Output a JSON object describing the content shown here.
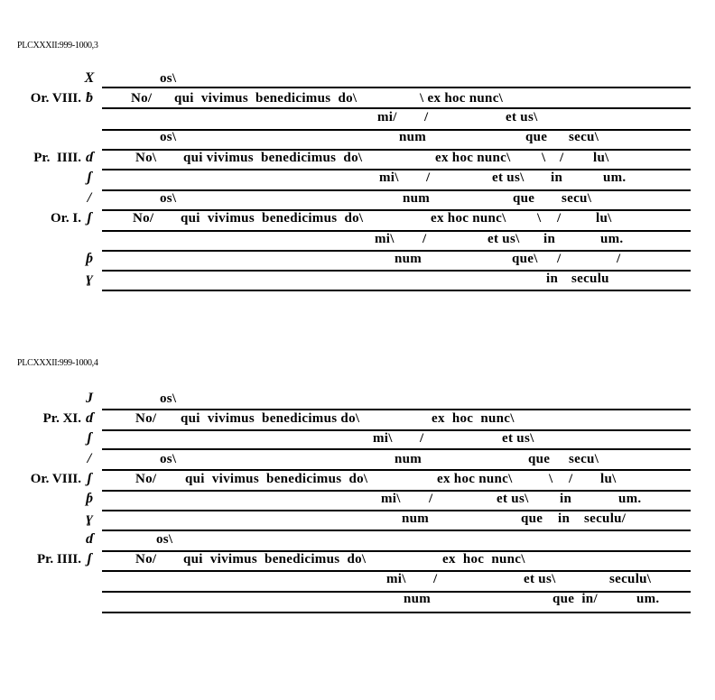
{
  "blocks": [
    {
      "caption": "PLCXXXII:999-1000,3",
      "rows": [
        {
          "sign": "X",
          "label": "",
          "frags": [
            "os\\"
          ]
        },
        {
          "sign": "ƀ",
          "label": "Or. VIII.",
          "frags": [
            "No/",
            "qui  vivimus  benedicimus  do\\",
            "\\ ex hoc nunc\\"
          ]
        },
        {
          "sign": "",
          "label": "",
          "frags": [
            "mi/",
            "/",
            "et us\\"
          ]
        },
        {
          "sign": "",
          "label": "",
          "frags": [
            "os\\",
            "num",
            "que",
            "secu\\"
          ]
        },
        {
          "sign": "ɗ",
          "label": "Pr.  IIII.",
          "frags": [
            "No\\",
            "qui vivimus  benedicimus  do\\",
            "ex hoc nunc\\",
            "\\",
            "/",
            "lu\\"
          ]
        },
        {
          "sign": "ʃ",
          "label": "",
          "frags": [
            "mi\\",
            "/",
            "et us\\",
            "in",
            "um."
          ]
        },
        {
          "sign": "/",
          "label": "",
          "frags": [
            "os\\",
            "num",
            "que",
            "secu\\"
          ]
        },
        {
          "sign": "ʃ",
          "label": "Or. I.",
          "frags": [
            "No/",
            "qui  vivimus  benedicimus  do\\",
            "ex hoc nunc\\",
            "\\",
            "/",
            "lu\\"
          ]
        },
        {
          "sign": "",
          "label": "",
          "frags": [
            "mi\\",
            "/",
            "et us\\",
            "in",
            "um."
          ]
        },
        {
          "sign": "ƥ",
          "label": "",
          "frags": [
            "num",
            "que\\",
            "/",
            "/"
          ]
        },
        {
          "sign": "ɣ",
          "label": "",
          "frags": [
            "in",
            "seculu"
          ]
        }
      ]
    },
    {
      "caption": "PLCXXXII:999-1000,4",
      "rows": [
        {
          "sign": "J",
          "label": "",
          "frags": [
            "os\\"
          ]
        },
        {
          "sign": "ɗ",
          "label": "Pr. XI.",
          "frags": [
            "No/",
            "qui  vivimus  benedicimus do\\",
            "ex  hoc  nunc\\"
          ]
        },
        {
          "sign": "ʃ",
          "label": "",
          "frags": [
            "mi\\",
            "/",
            "et us\\"
          ]
        },
        {
          "sign": "/",
          "label": "",
          "frags": [
            "os\\",
            "num",
            "que",
            "secu\\"
          ]
        },
        {
          "sign": "ʃ",
          "label": "Or. VIII.",
          "frags": [
            "No/",
            "qui  vivimus  benedicimus  do\\",
            "ex hoc nunc\\",
            "\\",
            "/",
            "lu\\"
          ]
        },
        {
          "sign": "ƥ",
          "label": "",
          "frags": [
            "mi\\",
            "/",
            "et us\\",
            "in",
            "um."
          ]
        },
        {
          "sign": "ɣ",
          "label": "",
          "frags": [
            "num",
            "que",
            "in",
            "seculu/"
          ]
        },
        {
          "sign": "ɗ",
          "label": "",
          "frags": [
            "os\\"
          ]
        },
        {
          "sign": "ʃ",
          "label": "Pr. IIII.",
          "frags": [
            "No/",
            "qui  vivimus  benedicimus  do\\",
            "ex  hoc  nunc\\"
          ]
        },
        {
          "sign": "",
          "label": "",
          "frags": [
            "mi\\",
            "/",
            "et us\\",
            "seculu\\"
          ]
        },
        {
          "sign": "",
          "label": "",
          "frags": [
            "num",
            "que  in/",
            "um."
          ]
        }
      ]
    }
  ]
}
